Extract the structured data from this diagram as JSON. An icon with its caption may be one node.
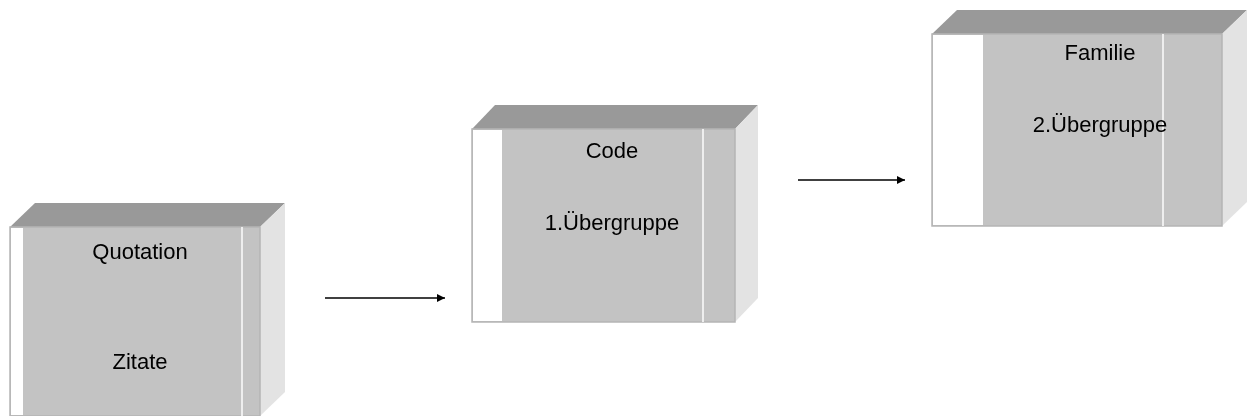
{
  "diagram": {
    "nodes": [
      {
        "text": [
          "Quotation",
          "Zitate"
        ]
      },
      {
        "text": [
          "Code",
          "1.Übergruppe"
        ]
      },
      {
        "text": [
          "Familie",
          "2.Übergruppe"
        ]
      }
    ],
    "edges": [
      {
        "from": 0,
        "to": 1,
        "arrow": "to"
      },
      {
        "from": 1,
        "to": 2,
        "arrow": "to"
      }
    ]
  }
}
